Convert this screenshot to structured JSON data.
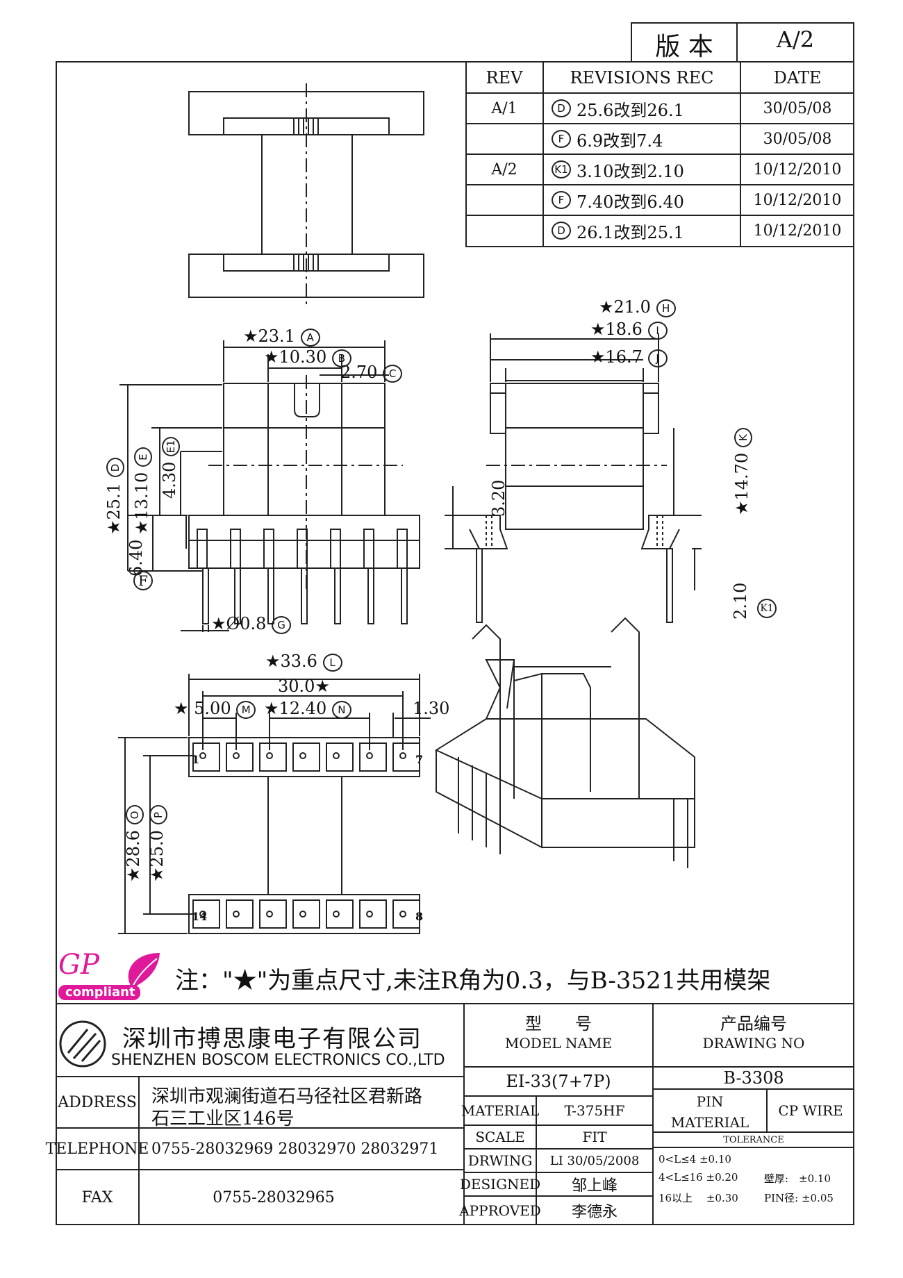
{
  "version": {
    "label": "版 本",
    "value": "A/2"
  },
  "revisions": {
    "headers": [
      "REV",
      "REVISIONS REC",
      "DATE"
    ],
    "rows": [
      {
        "rev": "A/1",
        "mark": "D",
        "text": "25.6改到26.1",
        "date": "30/05/08"
      },
      {
        "rev": "",
        "mark": "F",
        "text": "6.9改到7.4",
        "date": "30/05/08"
      },
      {
        "rev": "A/2",
        "mark": "K1",
        "text": "3.10改到2.10",
        "date": "10/12/2010"
      },
      {
        "rev": "",
        "mark": "F",
        "text": "7.40改到6.40",
        "date": "10/12/2010"
      },
      {
        "rev": "",
        "mark": "D",
        "text": "26.1改到25.1",
        "date": "10/12/2010"
      }
    ]
  },
  "dimensions": {
    "front": {
      "A": "★23.1",
      "A_mark": "A",
      "B": "★10.30",
      "B_mark": "B",
      "C": "2.70",
      "C_mark": "C",
      "D": "★25.1",
      "D_mark": "D",
      "E": "★13.10",
      "E_mark": "E",
      "E1": "4.30",
      "E1_mark": "E1",
      "F": "6.40",
      "F_mark": "F",
      "G": "★Ø0.8",
      "G_mark": "G"
    },
    "side": {
      "H": "★21.0",
      "H_mark": "H",
      "I": "★18.6",
      "I_mark": "I",
      "J": "★16.7",
      "J_mark": "J",
      "K": "★14.70",
      "K_mark": "K",
      "h320": "3.20",
      "K1": "2.10",
      "K1_mark": "K1"
    },
    "bottom": {
      "L": "★33.6",
      "L_mark": "L",
      "overall": "30.0★",
      "M": "★ 5.00",
      "M_mark": "M",
      "N": "★12.40",
      "N_mark": "N",
      "s130": "1.30",
      "O": "★28.6",
      "O_mark": "O",
      "P": "★25.0",
      "P_mark": "P",
      "pin1": "1",
      "pin7": "7",
      "pin14": "14",
      "pin8": "8"
    }
  },
  "logo": {
    "line1": "GP",
    "line2": "compliant",
    "color": "#e0189a"
  },
  "note": "注：\"★\"为重点尺寸,未注R角为0.3，与B-3521共用模架",
  "company": {
    "name_cn": "深圳市搏思康电子有限公司",
    "name_en": "SHENZHEN BOSCOM ELECTRONICS CO.,LTD",
    "address_label": "ADDRESS",
    "address_line1": "深圳市观澜街道石马径社区君新路",
    "address_line2": "石三工业区146号",
    "telephone_label": "TELEPHONE",
    "telephone": "0755-28032969 28032970 28032971",
    "fax_label": "FAX",
    "fax": "0755-28032965"
  },
  "title_block": {
    "model_cn": "型　　号",
    "model_en": "MODEL NAME",
    "model_value": "EI-33(7+7P)",
    "drawing_cn": "产品编号",
    "drawing_en": "DRAWING NO",
    "drawing_value": "B-3308",
    "material_label": "MATERIAL",
    "material_value": "T-375HF",
    "pin_label_1": "PIN",
    "pin_label_2": "MATERIAL",
    "pin_value": "CP WIRE",
    "scale_label": "SCALE",
    "scale_value": "FIT",
    "drawing_label": "DRWING",
    "drawing_date": "LI 30/05/2008",
    "designed_label": "DESIGNED",
    "designed_value": "邹上峰",
    "approved_label": "APPROVED",
    "approved_value": "李德永",
    "tolerance_label": "TOLERANCE",
    "tol1": "0<L≤4 ±0.10",
    "tol2": "4<L≤16 ±0.20",
    "tol3": "16以上 　±0.30",
    "wall": "壁厚:　±0.10",
    "pin_dia": "PIN径: ±0.05"
  }
}
